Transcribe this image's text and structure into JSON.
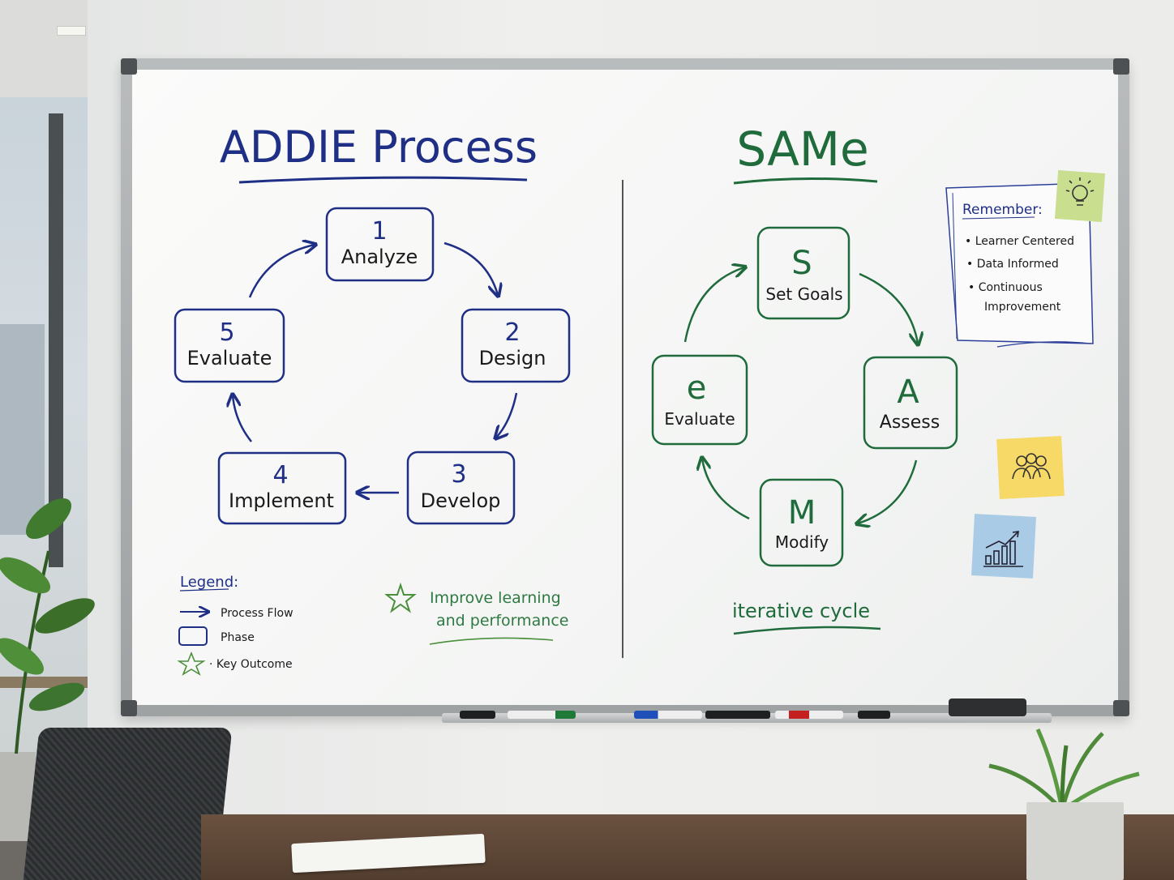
{
  "addie": {
    "title": "ADDIE Process",
    "steps": [
      {
        "num": "1",
        "label": "Analyze"
      },
      {
        "num": "2",
        "label": "Design"
      },
      {
        "num": "3",
        "label": "Develop"
      },
      {
        "num": "4",
        "label": "Implement"
      },
      {
        "num": "5",
        "label": "Evaluate"
      }
    ]
  },
  "legend": {
    "title": "Legend:",
    "process_flow": "Process Flow",
    "phase": "Phase",
    "key_outcome": "· Key Outcome"
  },
  "outcome": {
    "line1": "Improve learning",
    "line2": "and performance"
  },
  "same": {
    "title": "SAMe",
    "steps": [
      {
        "letter": "S",
        "label": "Set Goals"
      },
      {
        "letter": "A",
        "label": "Assess"
      },
      {
        "letter": "M",
        "label": "Modify"
      },
      {
        "letter": "e",
        "label": "Evaluate"
      }
    ],
    "caption": "iterative cycle"
  },
  "remember": {
    "title": "Remember:",
    "items": [
      "• Learner Centered",
      "• Data Informed",
      "• Continuous",
      "Improvement"
    ]
  },
  "colors": {
    "blue_ink": "#1f2f86",
    "green_ink": "#1f6b3c",
    "sticky_green": "#c9de8e",
    "sticky_yellow": "#f7d968",
    "sticky_blue": "#a9cbe6"
  },
  "icons": {
    "note1": "lightbulb-icon",
    "note2": "people-icon",
    "note3": "bar-chart-icon"
  }
}
